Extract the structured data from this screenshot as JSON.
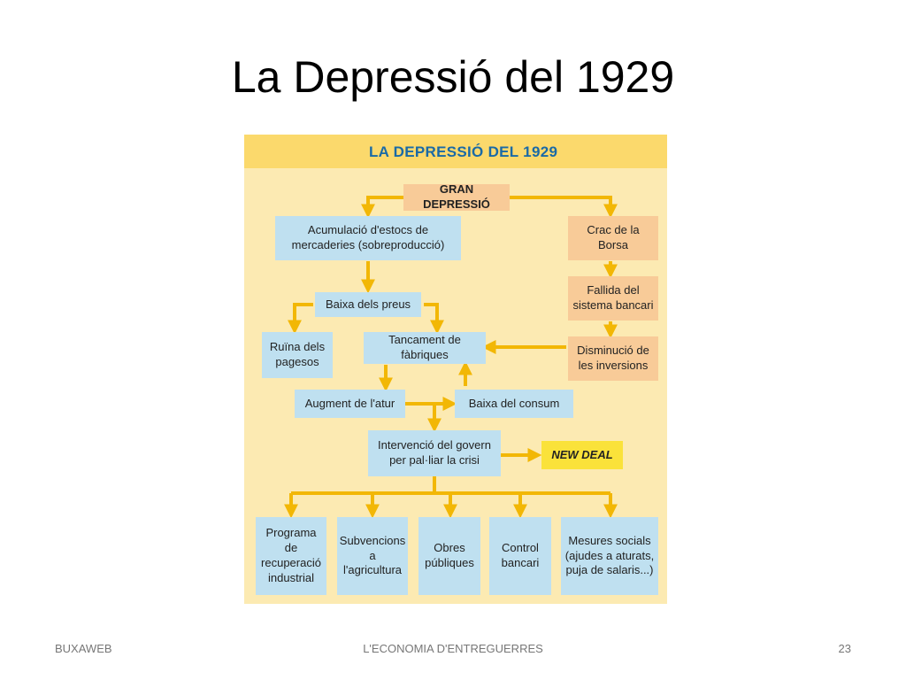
{
  "slide": {
    "title": "La Depressió del 1929",
    "footer_left": "BUXAWEB",
    "footer_center": "L'ECONOMIA D'ENTREGUERRES",
    "footer_right": "23"
  },
  "diagram": {
    "header": "LA DEPRESSIÓ DEL 1929",
    "colors": {
      "background": "#fceab2",
      "header": "#fbd96c",
      "header_text": "#1a6aa6",
      "blue_box": "#bfe0f0",
      "orange_box": "#f8cb98",
      "highlight_box": "#fae23a",
      "arrow": "#f2b705"
    },
    "nodes": {
      "gran_depressio": "GRAN DEPRESSIÓ",
      "acumulacio": "Acumulació d'estocs de mercaderies (sobreproducció)",
      "crac": "Crac de la Borsa",
      "fallida": "Fallida del sistema bancari",
      "disminucio": "Disminució de les inversions",
      "baixa_preus": "Baixa dels preus",
      "ruina": "Ruïna dels pagesos",
      "tancament": "Tancament de fàbriques",
      "augment_atur": "Augment de l'atur",
      "baixa_consum": "Baixa del consum",
      "intervencio": "Intervenció del govern per pal·liar la crisi",
      "new_deal": "NEW DEAL",
      "programa": "Programa de recuperació industrial",
      "subvencions": "Subvencions a l'agricultura",
      "obres": "Obres públiques",
      "control": "Control bancari",
      "mesures": "Mesures socials (ajudes a aturats, puja de salaris...)"
    }
  }
}
